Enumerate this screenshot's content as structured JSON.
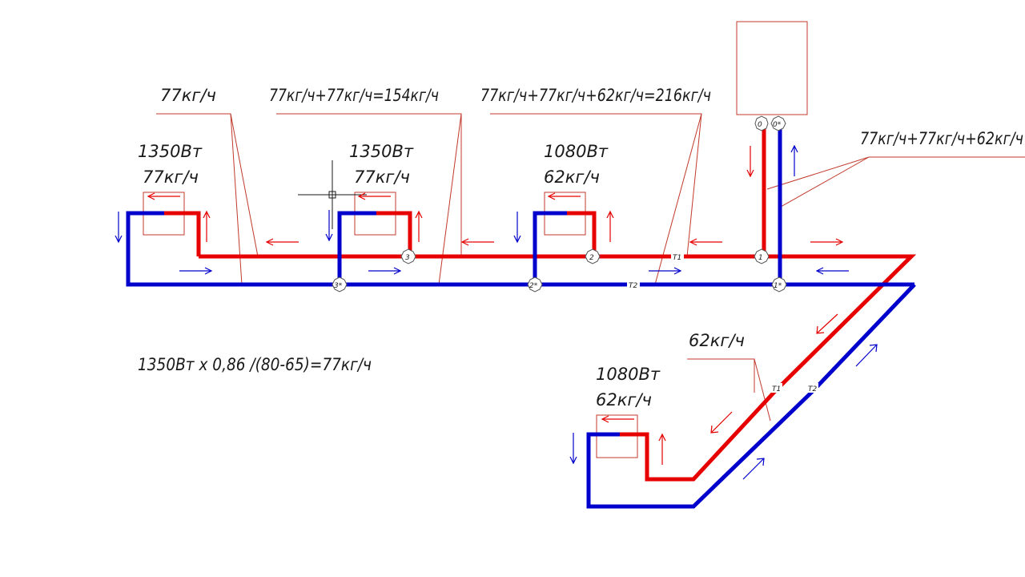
{
  "colors": {
    "supply": "#e60000",
    "return": "#0000cc",
    "leader": "#c0392b",
    "text": "#1a1a1a"
  },
  "flow_labels": {
    "section_3": "77кг/ч",
    "section_2": "77кг/ч+77кг/ч=154кг/ч",
    "section_1": "77кг/ч+77кг/ч+62кг/ч=216кг/ч",
    "riser": "77кг/ч+77кг/ч+62кг/ч",
    "branch": "62кг/ч"
  },
  "radiators": [
    {
      "power": "1350Вт",
      "flow": "77кг/ч"
    },
    {
      "power": "1350Вт",
      "flow": "77кг/ч"
    },
    {
      "power": "1080Вт",
      "flow": "62кг/ч"
    },
    {
      "power": "1080Вт",
      "flow": "62кг/ч"
    }
  ],
  "formula": "1350Вт  х  0,86  /(80-65)=77кг/ч",
  "nodes": {
    "n0": "0",
    "n0r": "0*",
    "n1": "1",
    "n1r": "1*",
    "n2": "2",
    "n2r": "2*",
    "n3": "3",
    "n3r": "3*"
  },
  "pipe_marks": {
    "t1": "T1",
    "t2": "T2"
  }
}
